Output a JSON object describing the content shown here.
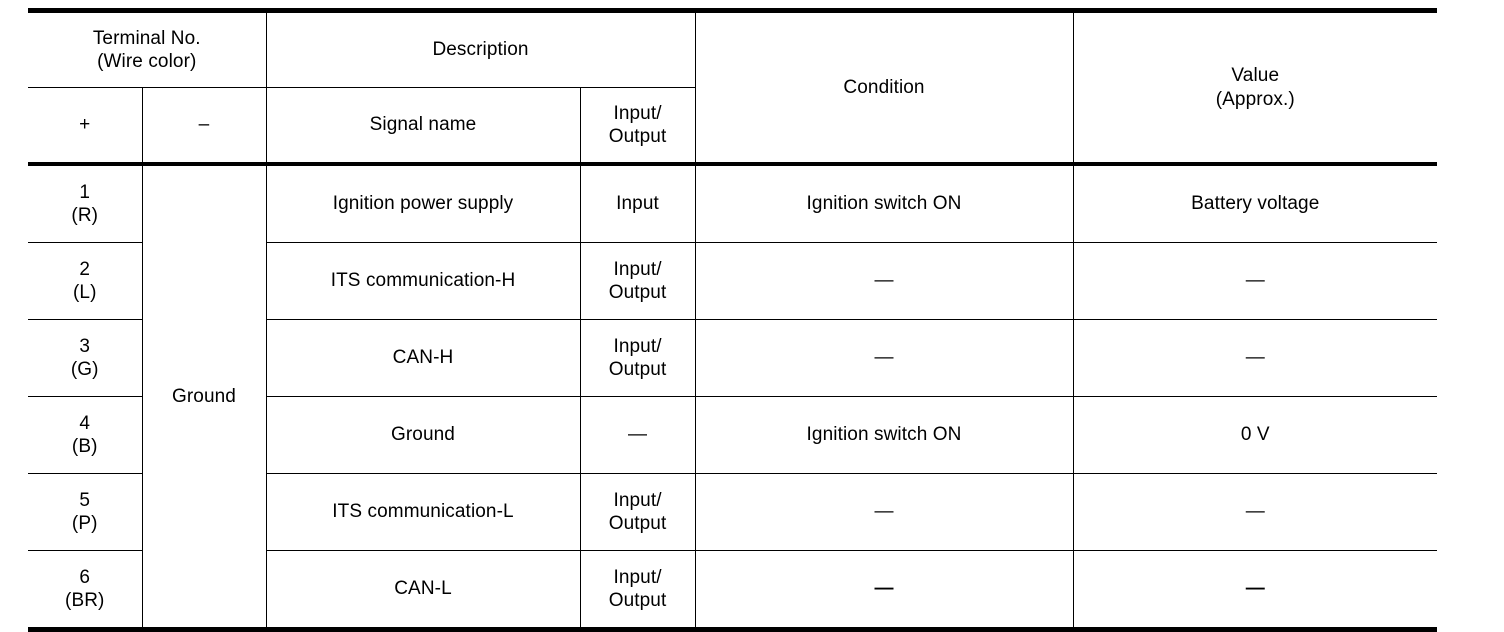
{
  "table": {
    "header": {
      "terminal_no": "Terminal No.",
      "wire_color": "(Wire color)",
      "description": "Description",
      "condition": "Condition",
      "value": "Value",
      "value_approx": "(Approx.)",
      "plus": "+",
      "minus": "–",
      "signal_name": "Signal name",
      "io_line1": "Input/",
      "io_line2": "Output"
    },
    "ground_label": "Ground",
    "rows": [
      {
        "terminal": "1",
        "wire": "(R)",
        "signal": "Ignition power supply",
        "io_line1": "Input",
        "io_line2": "",
        "condition": "Ignition switch ON",
        "condition_is_dash": false,
        "value": "Battery voltage",
        "value_is_dash": false
      },
      {
        "terminal": "2",
        "wire": "(L)",
        "signal": "ITS communication-H",
        "io_line1": "Input/",
        "io_line2": "Output",
        "condition": "—",
        "condition_is_dash": true,
        "value": "—",
        "value_is_dash": true
      },
      {
        "terminal": "3",
        "wire": "(G)",
        "signal": "CAN-H",
        "io_line1": "Input/",
        "io_line2": "Output",
        "condition": "—",
        "condition_is_dash": true,
        "value": "—",
        "value_is_dash": true
      },
      {
        "terminal": "4",
        "wire": "(B)",
        "signal": "Ground",
        "io_line1": "—",
        "io_line2": "",
        "condition": "Ignition switch ON",
        "condition_is_dash": false,
        "value": "0 V",
        "value_is_dash": false
      },
      {
        "terminal": "5",
        "wire": "(P)",
        "signal": "ITS communication-L",
        "io_line1": "Input/",
        "io_line2": "Output",
        "condition": "—",
        "condition_is_dash": true,
        "value": "—",
        "value_is_dash": true
      },
      {
        "terminal": "6",
        "wire": "(BR)",
        "signal": "CAN-L",
        "io_line1": "Input/",
        "io_line2": "Output",
        "condition": "—",
        "condition_is_dash": true,
        "value": "—",
        "value_is_dash": true
      }
    ]
  },
  "colors": {
    "ink": "#000000",
    "paper": "#ffffff"
  }
}
